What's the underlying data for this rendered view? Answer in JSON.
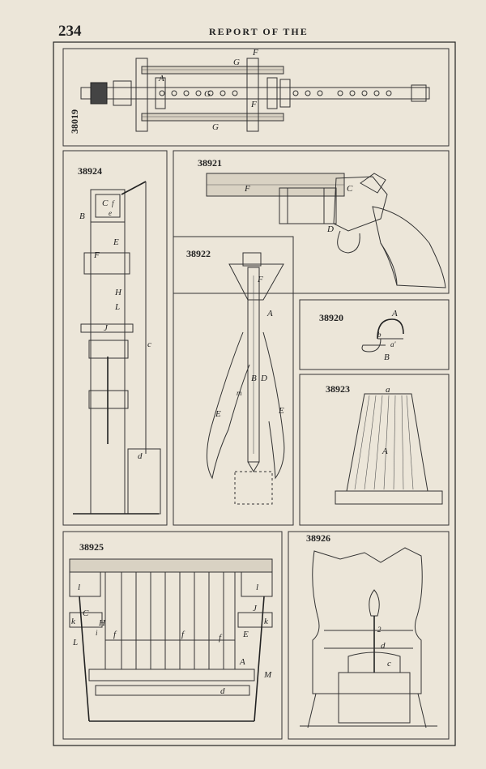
{
  "header": {
    "page_number": "234",
    "running_head": "REPORT OF THE"
  },
  "figures": [
    {
      "id": "38019",
      "labels": [
        "G",
        "F",
        "G",
        "G",
        "F",
        "A"
      ]
    },
    {
      "id": "38924",
      "labels": [
        "C",
        "f",
        "e",
        "B",
        "E",
        "F",
        "H",
        "L",
        "J",
        "c",
        "d"
      ]
    },
    {
      "id": "38921",
      "labels": [
        "F",
        "C",
        "D"
      ]
    },
    {
      "id": "38922",
      "labels": [
        "F",
        "A",
        "D",
        "B",
        "E",
        "E",
        "m"
      ]
    },
    {
      "id": "38920",
      "labels": [
        "A",
        "b",
        "a'",
        "B"
      ]
    },
    {
      "id": "38923",
      "labels": [
        "a",
        "A"
      ]
    },
    {
      "id": "38925",
      "labels": [
        "l",
        "l",
        "C",
        "J",
        "k",
        "k",
        "H",
        "E",
        "f",
        "f",
        "f",
        "i",
        "L",
        "A",
        "M",
        "d"
      ]
    },
    {
      "id": "38926",
      "labels": [
        "d",
        "c",
        "2"
      ]
    }
  ]
}
